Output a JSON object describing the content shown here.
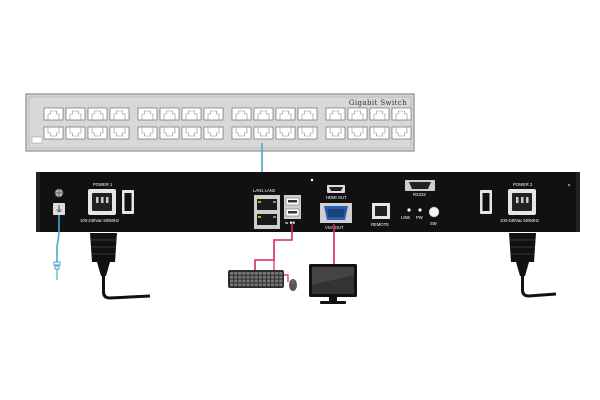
{
  "colors": {
    "switch_body": "#d8d8d8",
    "switch_border": "#7a7a7a",
    "port": "#ffffff",
    "chassis": "#111111",
    "lan_cable": "#4aa6c8",
    "usb_cable": "#d6266b",
    "vga_cable": "#d6266b",
    "ground_wire": "#4aa6c8",
    "vga_port": "#2a5fb0",
    "lan_port_led": "#e0a800"
  },
  "switch": {
    "title": "Gigabit Switch",
    "rows": 2,
    "port_groups": 4,
    "ports_per_group": 4
  },
  "device": {
    "power1_label": "POWER 1",
    "power1_rating": "100-240Vac 50/60Hz",
    "power2_label": "POWER 2",
    "power2_rating": "100-240Vac 50/60Hz",
    "lan_label": "LAN1 LAN2",
    "usb_label": "⇋ ■■",
    "hdmi_label": "HDMI OUT",
    "vga_label": "VGA OUT",
    "rs232_label": "RS232",
    "remote_label": "REMOTE",
    "link_label": "LINK",
    "pw_label": "PW",
    "sw_label": "SW"
  },
  "icons": {
    "ground": "ground-icon",
    "keyboard": "keyboard-icon",
    "mouse": "mouse-icon",
    "monitor": "monitor-icon"
  }
}
